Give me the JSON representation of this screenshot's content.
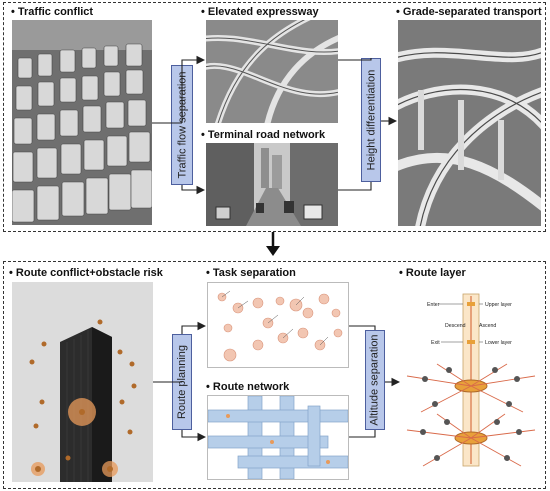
{
  "top": {
    "traffic_conflict": "• Traffic conflict",
    "elevated_expressway": "• Elevated expressway",
    "terminal_road_network": "• Terminal road network",
    "grade_separated": "• Grade-separated transport",
    "traffic_flow_separation": "Traffic flow separation",
    "height_differentiation": "Height differentiation"
  },
  "bottom": {
    "route_conflict": "• Route conflict+obstacle risk",
    "task_separation": "• Task separation",
    "route_network": "• Route network",
    "route_layer": "• Route layer",
    "route_planning": "Route planning",
    "altitude_separation": "Altitude separation"
  },
  "route_layer_diagram": {
    "enter": "Enter",
    "upper_layer": "Upper layer",
    "descend": "Descend",
    "ascend": "Ascend",
    "exit": "Exit",
    "lower_layer": "Lower layer"
  },
  "colors": {
    "panel_border": "#333333",
    "process_box_fill": "#b8c7ea",
    "process_box_border": "#4d5f9e",
    "photo_tone": "grayscale",
    "drone_marker": "#e89a5a"
  }
}
